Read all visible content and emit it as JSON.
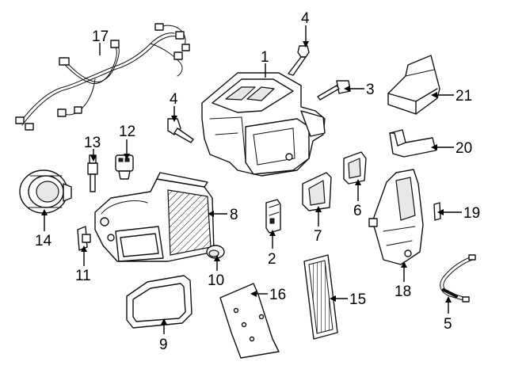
{
  "callouts": [
    "1",
    "2",
    "3",
    "4",
    "4",
    "5",
    "6",
    "7",
    "8",
    "9",
    "10",
    "11",
    "12",
    "13",
    "14",
    "15",
    "16",
    "17",
    "18",
    "19",
    "20",
    "21"
  ],
  "colors": {
    "line": "#111111",
    "background": "#ffffff"
  }
}
